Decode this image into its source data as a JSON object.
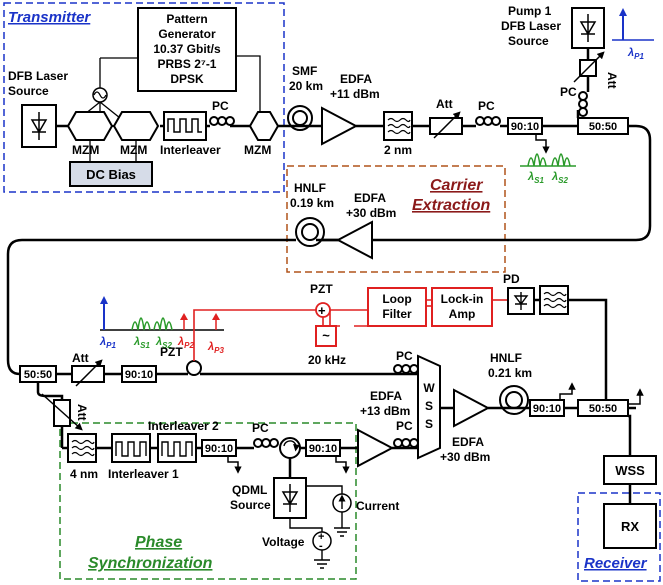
{
  "sections": {
    "transmitter": "Transmitter",
    "carrier_line1": "Carrier",
    "carrier_line2": "Extraction",
    "phase_line1": "Phase",
    "phase_line2": "Synchronization",
    "receiver": "Receiver"
  },
  "pattern_generator": [
    "Pattern",
    "Generator",
    "10.37 Gbit/s",
    "PRBS 2⁷-1",
    "DPSK"
  ],
  "labels": {
    "dfb_laser": [
      "DFB Laser",
      "Source"
    ],
    "mzm": "MZM",
    "dc_bias": "DC Bias",
    "interleaver": "Interleaver",
    "pc": "PC",
    "smf": [
      "SMF",
      "20 km"
    ],
    "edfa_11": [
      "EDFA",
      "+11 dBm"
    ],
    "filter_2nm": "2 nm",
    "att": "Att",
    "split_90_10": "90:10",
    "split_50_50": "50:50",
    "pump": [
      "Pump 1",
      "DFB Laser",
      "Source"
    ],
    "hnlf_019": [
      "HNLF",
      "0.19 km"
    ],
    "edfa_30": [
      "EDFA",
      "+30 dBm"
    ],
    "pzt": "PZT",
    "loop_filter": [
      "Loop",
      "Filter"
    ],
    "lockin": [
      "Lock-in",
      "Amp"
    ],
    "pd": "PD",
    "osc": "~",
    "freq": "20 kHz",
    "plus": "+",
    "hnlf_021": [
      "HNLF",
      "0.21 km"
    ],
    "wss_vertical": [
      "W",
      "S",
      "S"
    ],
    "edfa_13": [
      "EDFA",
      "+13 dBm"
    ],
    "edfa_30b": [
      "EDFA",
      "+30 dBm"
    ],
    "filter_4nm": "4 nm",
    "interleaver1": "Interleaver 1",
    "interleaver2": "Interleaver 2",
    "qdml": [
      "QDML",
      "Source"
    ],
    "current": "Current",
    "voltage": "Voltage",
    "wss": "WSS",
    "rx": "RX"
  },
  "wavelengths": {
    "p1": "λP1",
    "p1_sub": "P1",
    "s1": "λS1",
    "s2": "λS2",
    "p2": "λP2",
    "p3": "λP3",
    "lambda": "λ",
    "s1_sub": "S1",
    "s2_sub": "S2",
    "p2_sub": "P2",
    "p3_sub": "P3"
  },
  "colors": {
    "transmitter": "#1a33c8",
    "carrier": "#8b3a1a",
    "phase": "#2a8a2a",
    "receiver": "#1a33c8",
    "pump": "#1a33c8",
    "signal": "#2a9a2a",
    "idler": "#e02020",
    "control": "#e02020"
  }
}
